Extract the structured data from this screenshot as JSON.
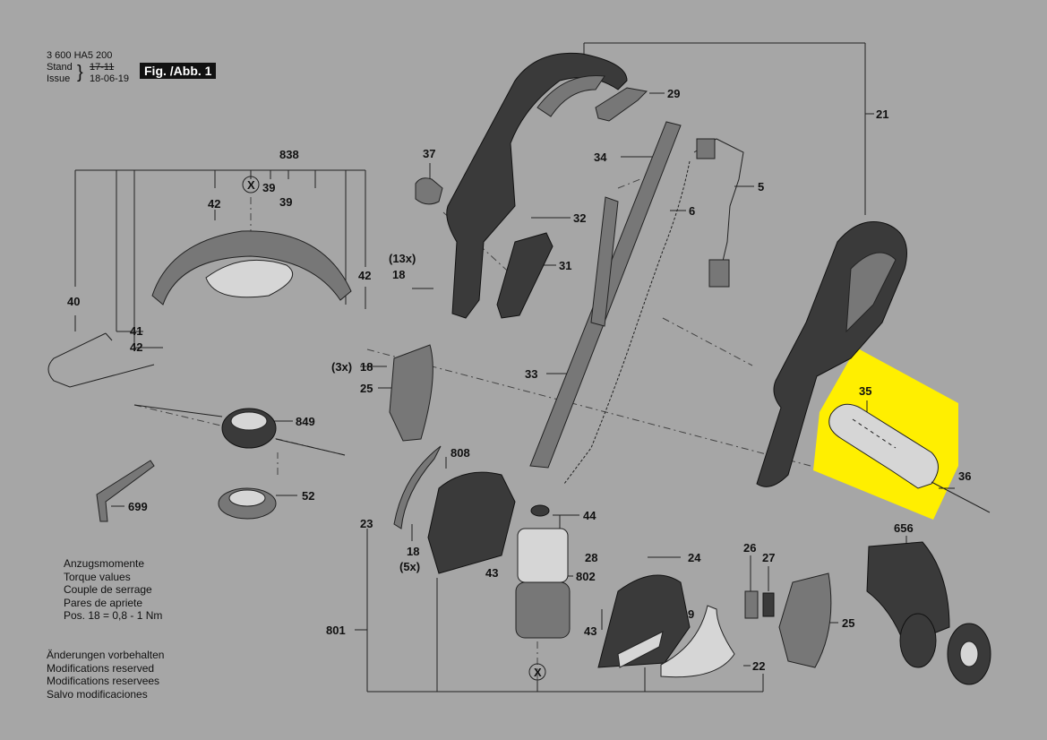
{
  "header": {
    "doc_number": "3 600 HA5 200",
    "stand_label": "Stand",
    "issue_label": "Issue",
    "old_date": "17-11",
    "new_date": "18-06-19",
    "fig_label": "Fig. /Abb. 1"
  },
  "torque_note": {
    "lines": [
      "Anzugsmomente",
      "Torque values",
      "Couple de serrage",
      "Pares de apriete",
      "Pos.   18 = 0,8 - 1 Nm"
    ]
  },
  "modifications_note": {
    "lines": [
      "Änderungen vorbehalten",
      "Modifications reserved",
      "Modifications reservees",
      "Salvo modificaciones"
    ]
  },
  "highlight": {
    "part": "35",
    "color": "#ffef00"
  },
  "parts": {
    "p838": "838",
    "p39a": "39",
    "p39b": "39",
    "p42a": "42",
    "p42b": "42",
    "p42c": "42",
    "p40": "40",
    "p41": "41",
    "p849": "849",
    "p699": "699",
    "p52": "52",
    "p37": "37",
    "p32": "32",
    "p31": "31",
    "p18a": "18",
    "qty13": "(13x)",
    "p18b": "18",
    "qty3": "(3x)",
    "p25a": "25",
    "p29": "29",
    "p34": "34",
    "p5": "5",
    "p6": "6",
    "p21": "21",
    "p35": "35",
    "p36": "36",
    "p33": "33",
    "p808": "808",
    "p23": "23",
    "p18c": "18",
    "qty5": "(5x)",
    "p43a": "43",
    "p44": "44",
    "p802": "802",
    "p28": "28",
    "p24": "24",
    "p9": "9",
    "p43b": "43",
    "p801": "801",
    "p22": "22",
    "p26": "26",
    "p27": "27",
    "p25b": "25",
    "p656": "656",
    "x1": "X",
    "x2": "X"
  }
}
